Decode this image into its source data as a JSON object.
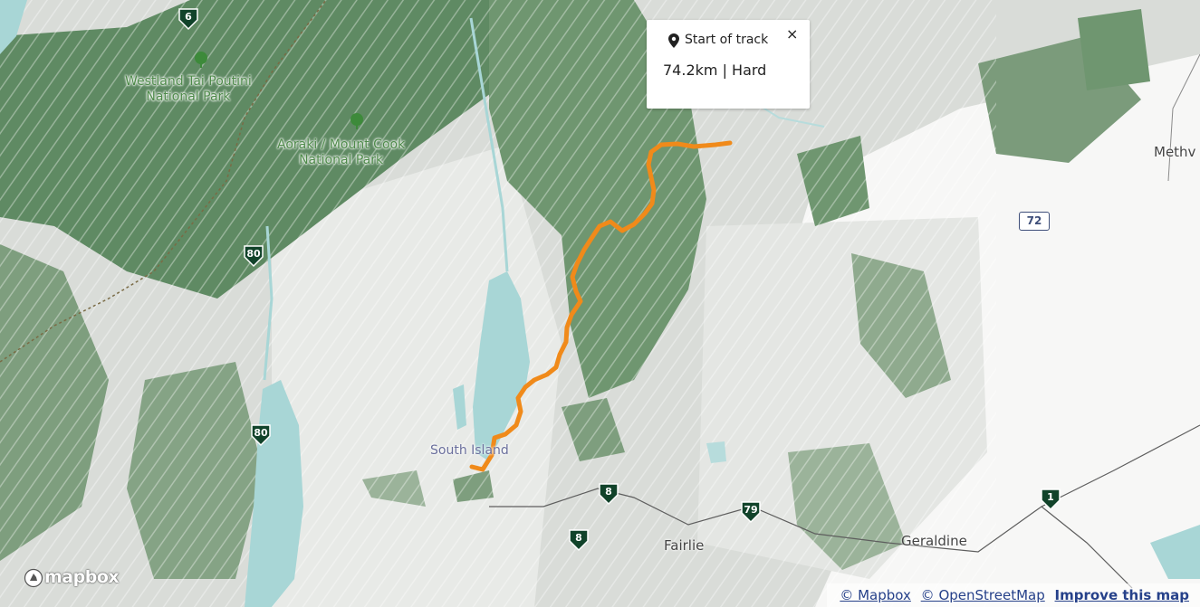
{
  "map": {
    "region_label": "South Island",
    "parks": [
      {
        "line1": "Westland Tai Poutini",
        "line2": "National Park"
      },
      {
        "line1": "Aoraki / Mount Cook",
        "line2": "National Park"
      }
    ],
    "towns": [
      "Methv",
      "Fairlie",
      "Geraldine"
    ],
    "highways": [
      "6",
      "80",
      "80",
      "8",
      "8",
      "79",
      "1"
    ],
    "state_highway_box": "72",
    "colors": {
      "track": "#f08a1a",
      "forest": "#5f8a63",
      "lake": "#a8d6d6",
      "shield": "#11432a",
      "attribution": "#26418a"
    }
  },
  "popup": {
    "title": "Start of track",
    "stats": "74.2km | Hard",
    "close_symbol": "×"
  },
  "logo": "mapbox",
  "attribution": {
    "mapbox": "© Mapbox",
    "osm": "© OpenStreetMap",
    "improve": "Improve this map"
  }
}
